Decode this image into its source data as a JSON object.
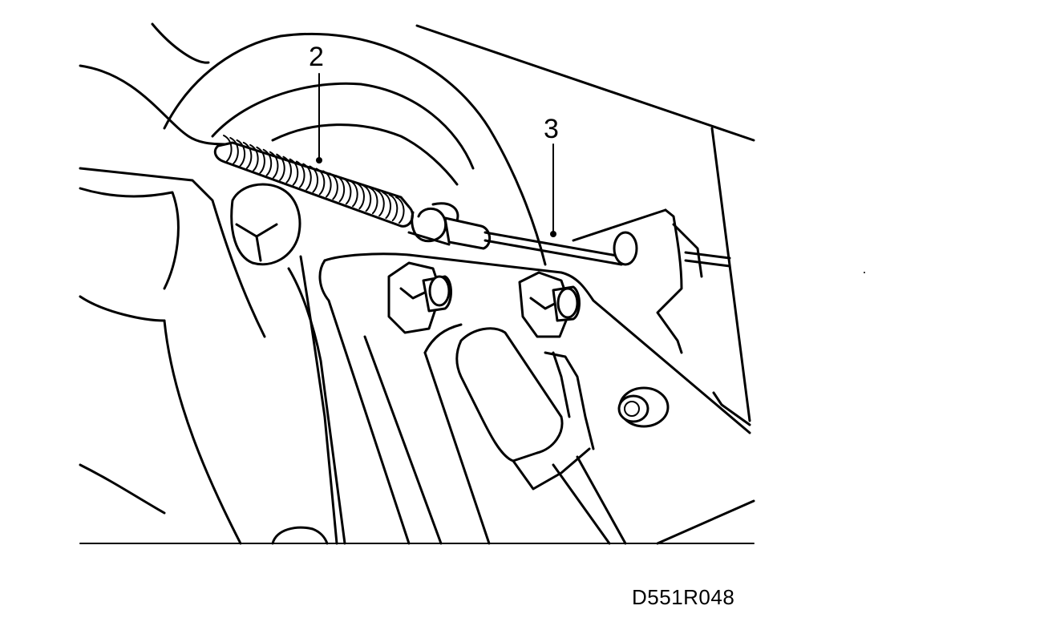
{
  "callouts": [
    {
      "id": "2",
      "label": "2"
    },
    {
      "id": "3",
      "label": "3"
    }
  ],
  "figure_code": "D551R048"
}
